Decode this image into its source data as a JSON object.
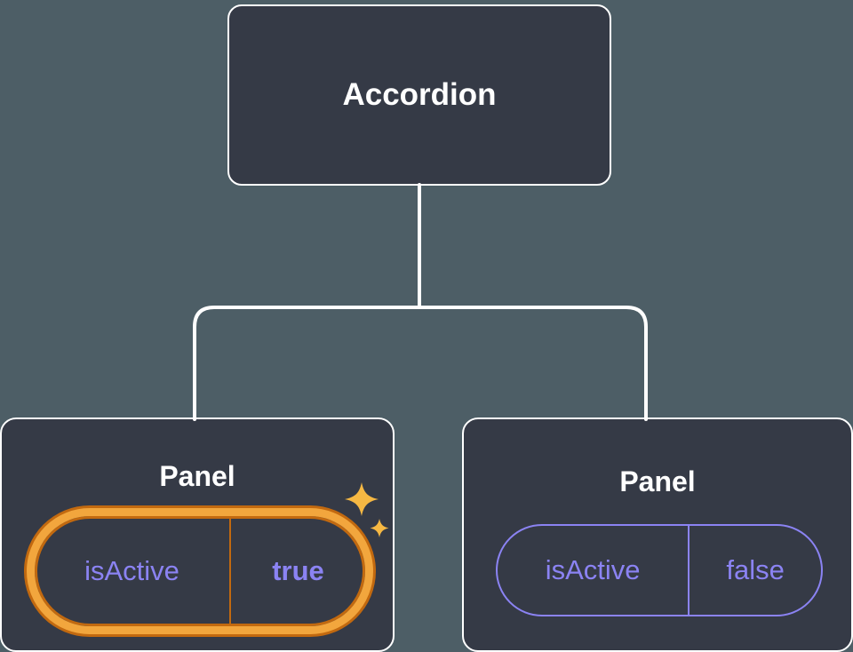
{
  "diagram": {
    "root": {
      "label": "Accordion"
    },
    "panels": [
      {
        "title": "Panel",
        "prop_name": "isActive",
        "prop_value": "true",
        "highlighted": true
      },
      {
        "title": "Panel",
        "prop_name": "isActive",
        "prop_value": "false",
        "highlighted": false
      }
    ],
    "colors": {
      "background": "#4d5e66",
      "node_fill": "#353a46",
      "node_border": "#ffffff",
      "connector": "#ffffff",
      "prop_text": "#8b83f3",
      "highlight_gold": "#f2a63d",
      "highlight_edge": "#c2690f",
      "sparkle": "#f6b843"
    }
  }
}
